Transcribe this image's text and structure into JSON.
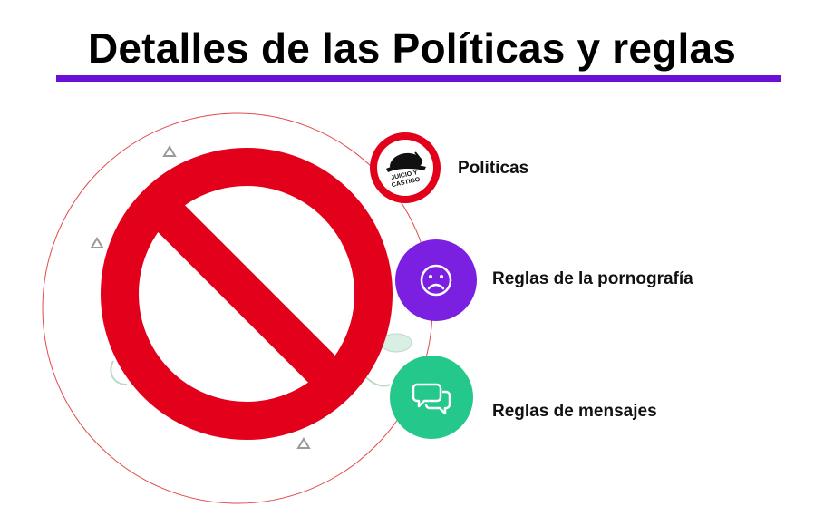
{
  "title": "Detalles de las Políticas y reglas",
  "colors": {
    "accent_line": "#6a0fd6",
    "prohibition_red": "#e3001b",
    "purple_circle": "#7b1fe0",
    "green_circle": "#24c88a"
  },
  "badge": {
    "text_line1": "JUICIO Y",
    "text_line2": "CASTIGO"
  },
  "items": [
    {
      "label": "Politicas",
      "icon": "juicio-castigo-badge-icon"
    },
    {
      "label": "Reglas de la pornografía",
      "icon": "sad-face-icon"
    },
    {
      "label": "Reglas de mensajes",
      "icon": "chat-bubbles-icon"
    }
  ]
}
